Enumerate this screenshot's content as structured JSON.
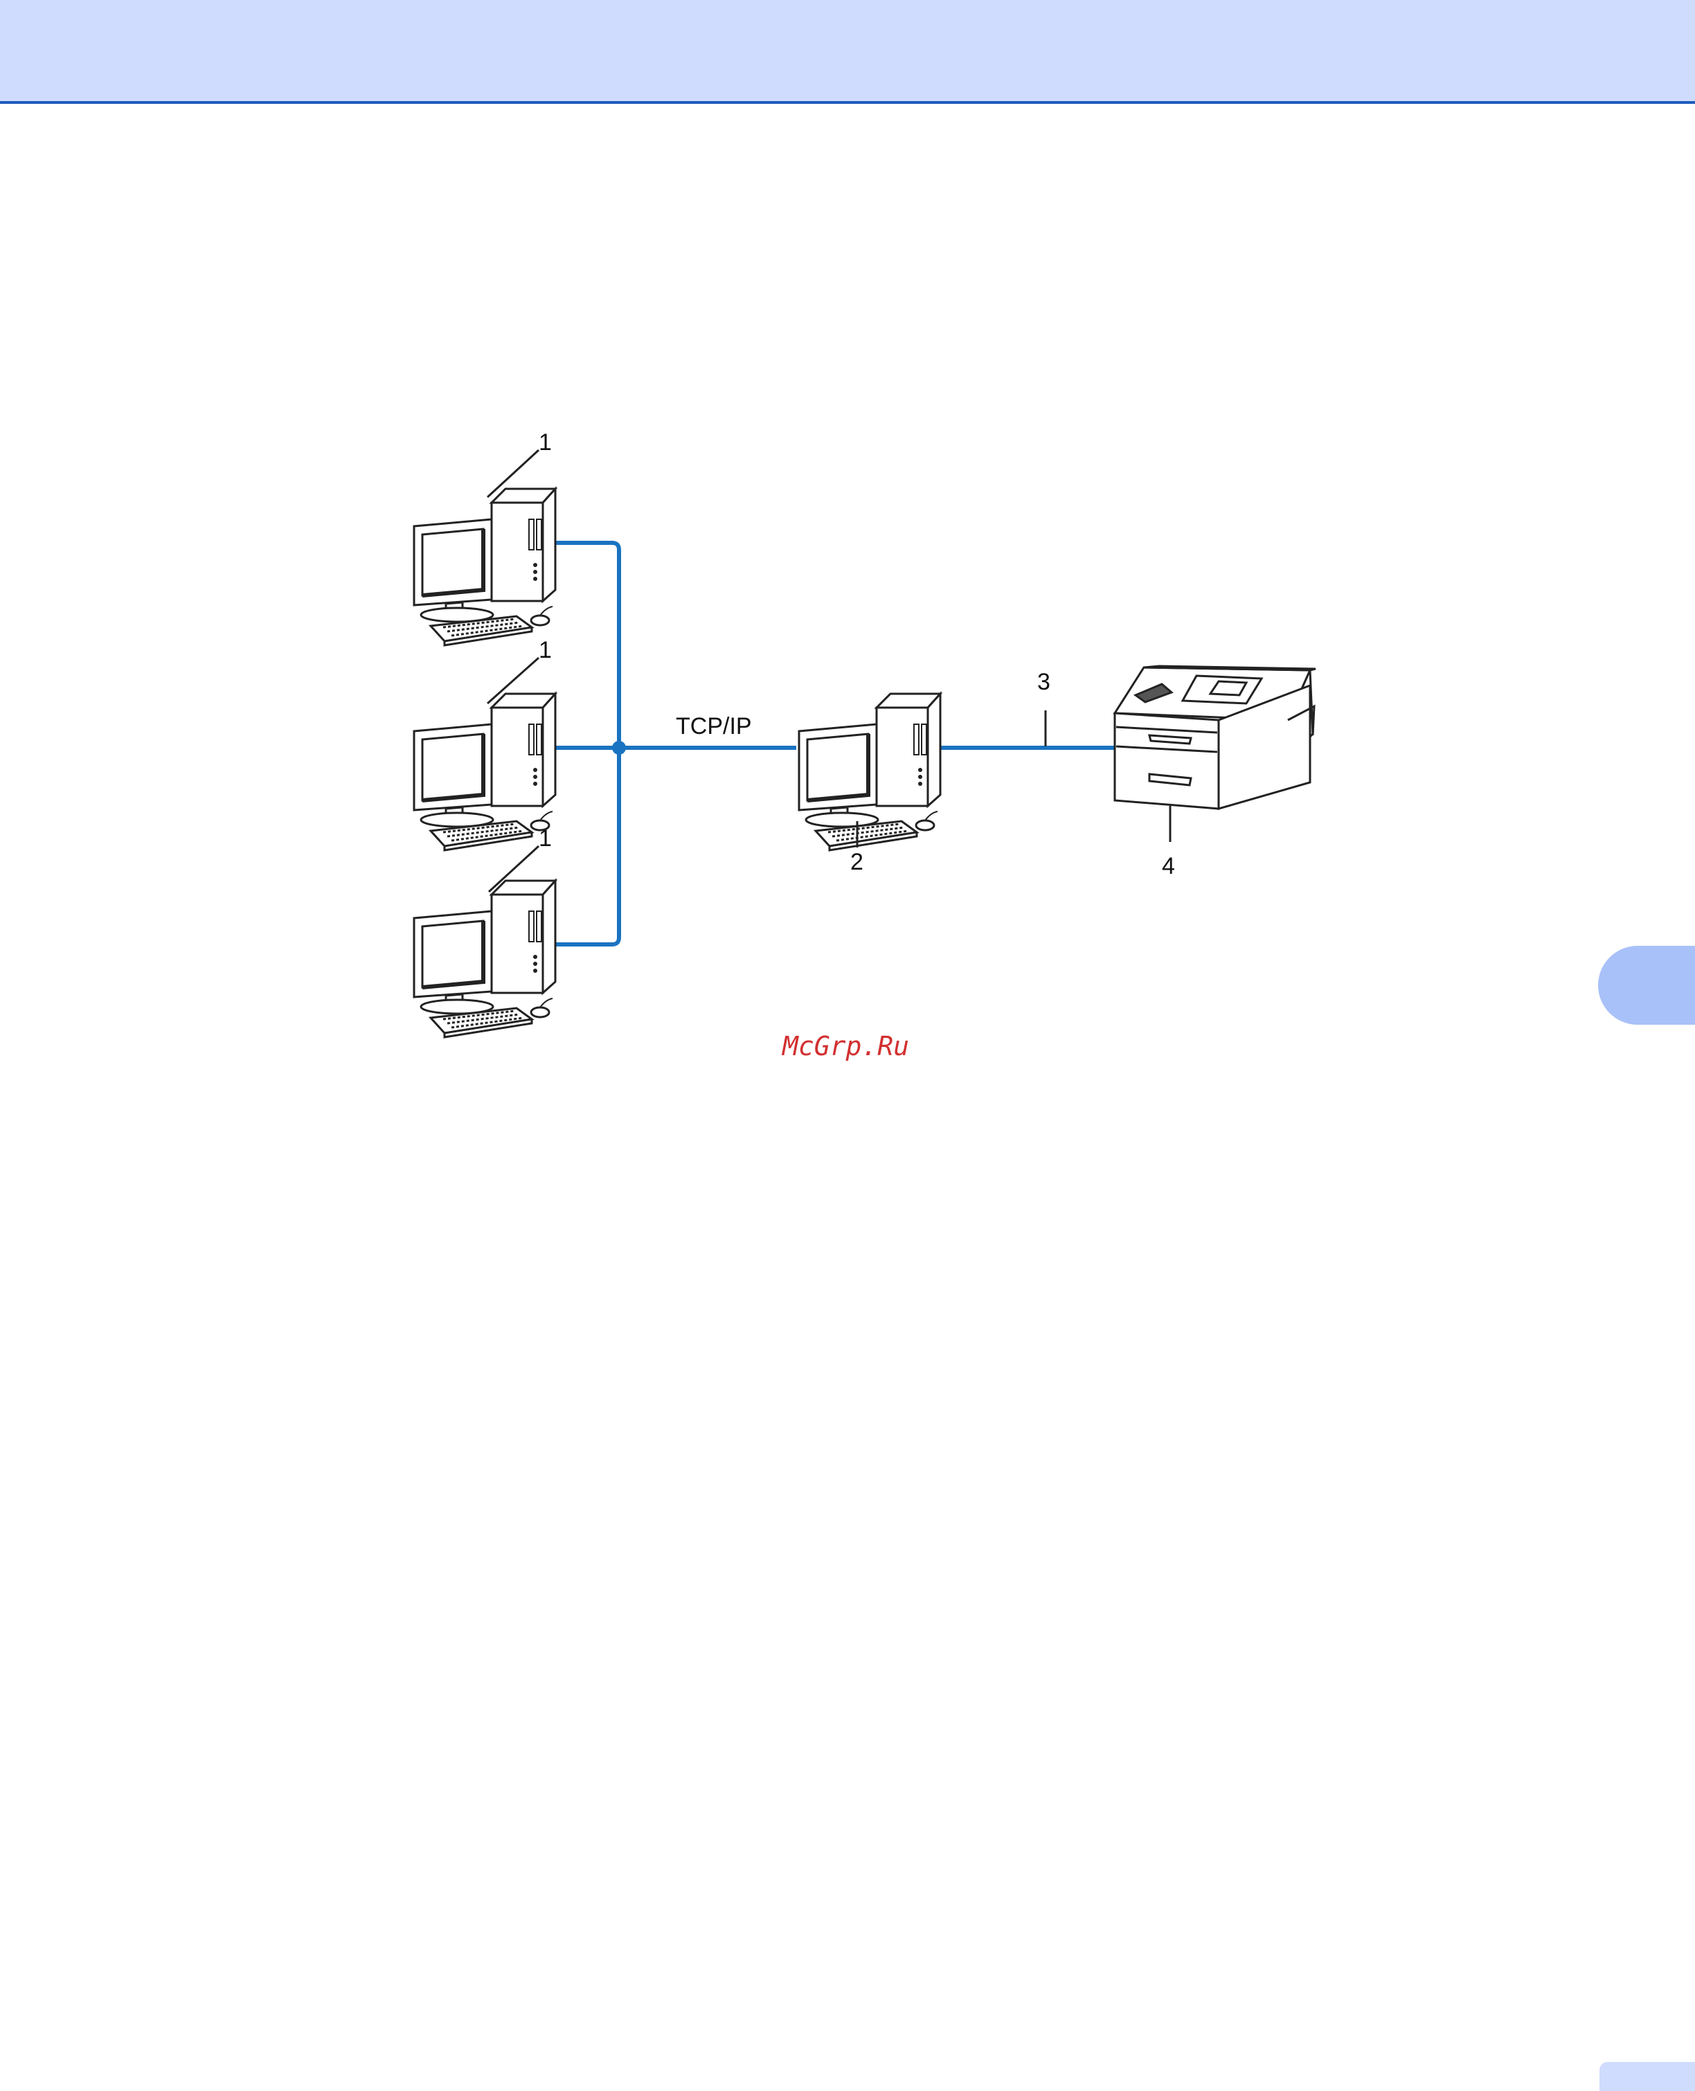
{
  "diagram": {
    "client_label": "1",
    "server_label": "2",
    "cable_label": "3",
    "printer_label": "4",
    "protocol_label": "TCP/IP",
    "watermark": "McGrp.Ru",
    "line_color": "#1a73c1",
    "nodes": [
      {
        "id": "client-1",
        "icon": "desktop-computer-icon",
        "label": "1"
      },
      {
        "id": "client-2",
        "icon": "desktop-computer-icon",
        "label": "1"
      },
      {
        "id": "client-3",
        "icon": "desktop-computer-icon",
        "label": "1"
      },
      {
        "id": "server",
        "icon": "desktop-computer-icon",
        "label": "2"
      },
      {
        "id": "printer",
        "icon": "laser-printer-icon",
        "label": "4"
      }
    ],
    "edges": [
      {
        "from": "client-1",
        "to": "server",
        "label": "TCP/IP"
      },
      {
        "from": "client-2",
        "to": "server",
        "label": "TCP/IP"
      },
      {
        "from": "client-3",
        "to": "server",
        "label": "TCP/IP"
      },
      {
        "from": "server",
        "to": "printer",
        "label": "3"
      }
    ]
  }
}
